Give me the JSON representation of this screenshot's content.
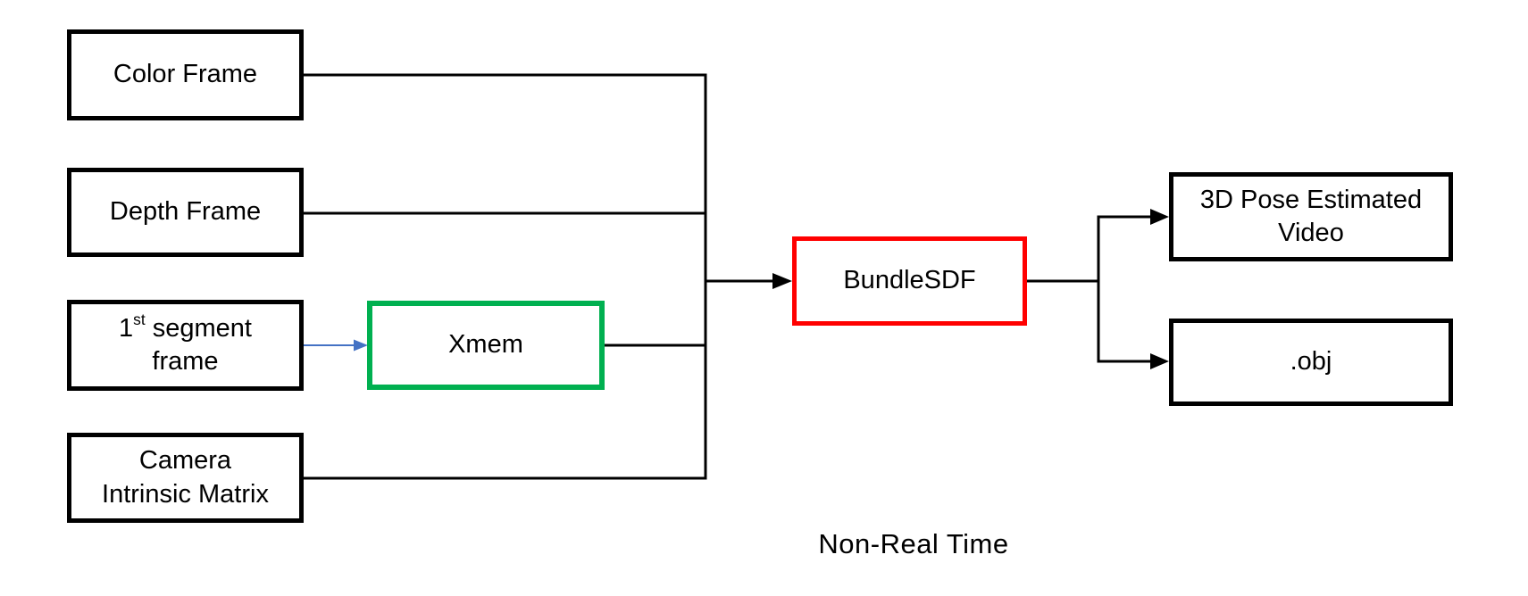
{
  "diagram": {
    "caption": "Non-Real Time",
    "nodes": {
      "color_frame": {
        "label": "Color Frame"
      },
      "depth_frame": {
        "label": "Depth Frame"
      },
      "segment_frame": {
        "line1_num": "1",
        "line1_sup": "st",
        "line1_rest": " segment",
        "line2": "frame"
      },
      "camera_matrix": {
        "line1": "Camera",
        "line2": "Intrinsic Matrix"
      },
      "xmem": {
        "label": "Xmem"
      },
      "bundlesdf": {
        "label": "BundleSDF"
      },
      "pose_video": {
        "line1": "3D Pose Estimated",
        "line2": "Video"
      },
      "obj_file": {
        "label": ".obj"
      }
    },
    "colors": {
      "background": "#FFFFFF",
      "text": "#000000",
      "box_border": "#000000",
      "connector": "#000000",
      "xmem_border": "#00B050",
      "bundlesdf_border": "#FF0000",
      "segment_arrow": "#4472C4"
    }
  }
}
